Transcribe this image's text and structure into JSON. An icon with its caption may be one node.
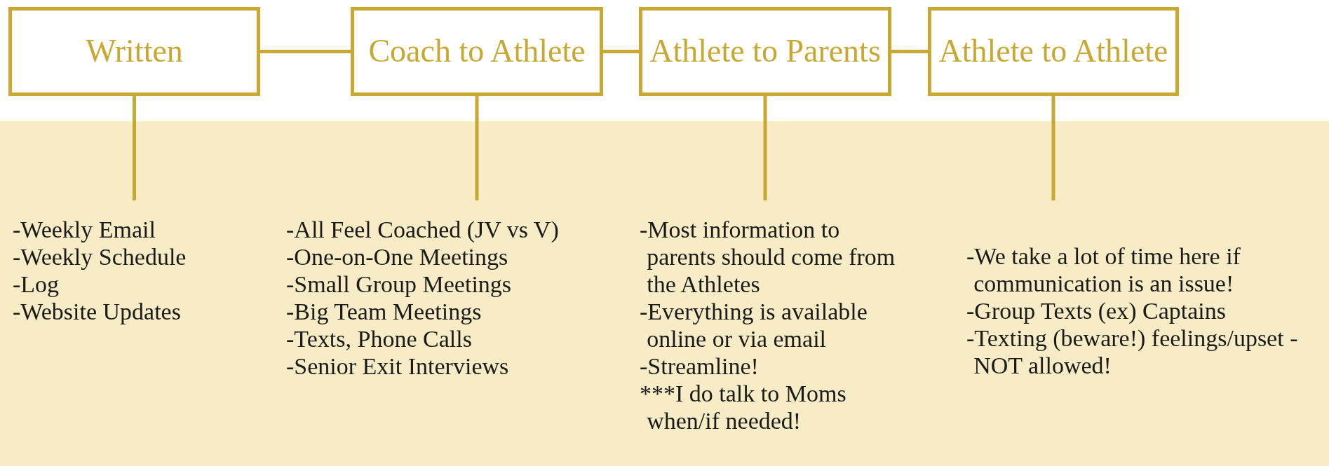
{
  "diagram": {
    "nodes": [
      {
        "text": [
          "Written"
        ]
      },
      {
        "text": [
          "Coach to Athlete"
        ]
      },
      {
        "text": [
          "Athlete to Parents"
        ]
      },
      {
        "text": [
          "Athlete to Athlete"
        ]
      },
      {
        "text": [
          "-Weekly Email",
          "-Weekly Schedule",
          "-Log",
          "-Website Updates"
        ]
      },
      {
        "text": [
          "-All Feel Coached (JV vs V)",
          "-One-on-One Meetings",
          "-Small Group Meetings",
          "-Big Team Meetings",
          "-Texts, Phone Calls",
          "-Senior Exit Interviews"
        ]
      },
      {
        "text": [
          "-Most information to parents should come from the Athletes",
          "-Everything is available online or via email",
          "-Streamline!",
          "***I do talk to Moms when/if needed!"
        ]
      },
      {
        "text": [
          "-We take a lot of time here if communication is an issue!",
          "-Group Texts (ex) Captains",
          "-Texting (beware!) feelings/upset - NOT allowed!"
        ]
      }
    ],
    "edges": [
      {
        "from": 0,
        "to": 1,
        "arrow": "none"
      },
      {
        "from": 1,
        "to": 2,
        "arrow": "none"
      },
      {
        "from": 2,
        "to": 3,
        "arrow": "none"
      },
      {
        "from": 0,
        "to": 4,
        "arrow": "none"
      },
      {
        "from": 1,
        "to": 5,
        "arrow": "none"
      },
      {
        "from": 2,
        "to": 6,
        "arrow": "none"
      },
      {
        "from": 3,
        "to": 7,
        "arrow": "none"
      }
    ]
  }
}
